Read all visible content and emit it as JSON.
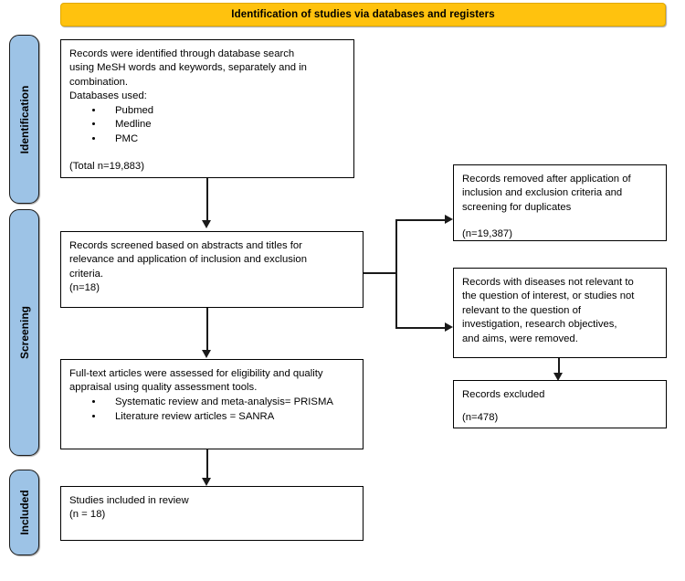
{
  "banner": {
    "title": "Identification of studies via databases and registers",
    "color": "#FFC20E"
  },
  "stages": [
    {
      "id": "identification",
      "label": "Identification",
      "color": "#9DC3E6"
    },
    {
      "id": "screening",
      "label": "Screening",
      "color": "#9DC3E6"
    },
    {
      "id": "included",
      "label": "Included",
      "color": "#9DC3E6"
    }
  ],
  "boxes": {
    "identified": {
      "line1": "Records were identified through database search",
      "line2": "using MeSH words and keywords, separately and in",
      "line3": "combination.",
      "line4": "Databases used:",
      "databases": [
        "Pubmed",
        "Medline",
        "PMC"
      ],
      "total": "(Total n=19,883)"
    },
    "screened": {
      "line1": "Records screened based on abstracts and titles for",
      "line2": "relevance and application of inclusion and exclusion",
      "line3": "criteria.",
      "count": "(n=18)"
    },
    "fulltext": {
      "line1": "Full-text articles were assessed for eligibility and quality",
      "line2": "appraisal using quality assessment tools.",
      "tools": [
        "Systematic review and meta-analysis= PRISMA",
        "Literature review articles = SANRA"
      ]
    },
    "included": {
      "line1": "Studies included in review",
      "count": "(n = 18)"
    },
    "removed_criteria": {
      "line1": "Records removed after application of",
      "line2": "inclusion and exclusion criteria and",
      "line3": "screening for duplicates",
      "count": "(n=19,387)"
    },
    "removed_relevance": {
      "line1": "Records with diseases not relevant to",
      "line2": "the question of interest, or studies not",
      "line3": "relevant to the question of",
      "line4": "investigation, research objectives,",
      "line5": "and aims, were removed."
    },
    "excluded": {
      "line1": "Records excluded",
      "count": "(n=478)"
    }
  }
}
